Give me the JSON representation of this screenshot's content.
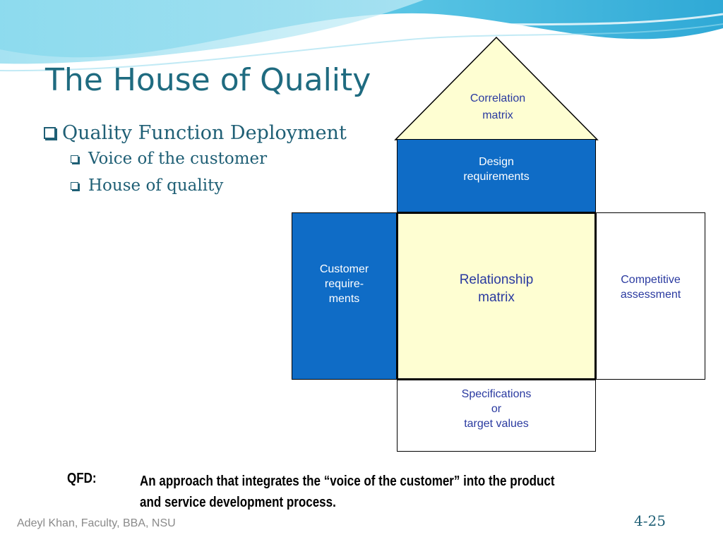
{
  "slide": {
    "title": "The House of Quality",
    "bullets": {
      "level1": "Quality Function Deployment",
      "level2": [
        "Voice of the customer",
        "House of quality"
      ]
    }
  },
  "diagram": {
    "roof": [
      "Correlation",
      "matrix"
    ],
    "design": [
      "Design",
      "requirements"
    ],
    "customer": [
      "Customer",
      "require-",
      "ments"
    ],
    "relationship": [
      "Relationship",
      "matrix"
    ],
    "competitive": [
      "Competitive",
      "assessment"
    ],
    "specifications": [
      "Specifications",
      "or",
      "target values"
    ]
  },
  "qfd": {
    "term": "QFD:",
    "definition_line1": "An approach that integrates the “voice of the customer” into the product",
    "definition_line2": "and service development process."
  },
  "footer": {
    "author": "Adeyl Khan, Faculty, BBA, NSU",
    "page": "4-25"
  },
  "colors": {
    "blue_fill": "#0f6cc6",
    "yellow_fill": "#fefed2",
    "title": "#1f6b80",
    "text_blue": "#2a3aa0"
  }
}
